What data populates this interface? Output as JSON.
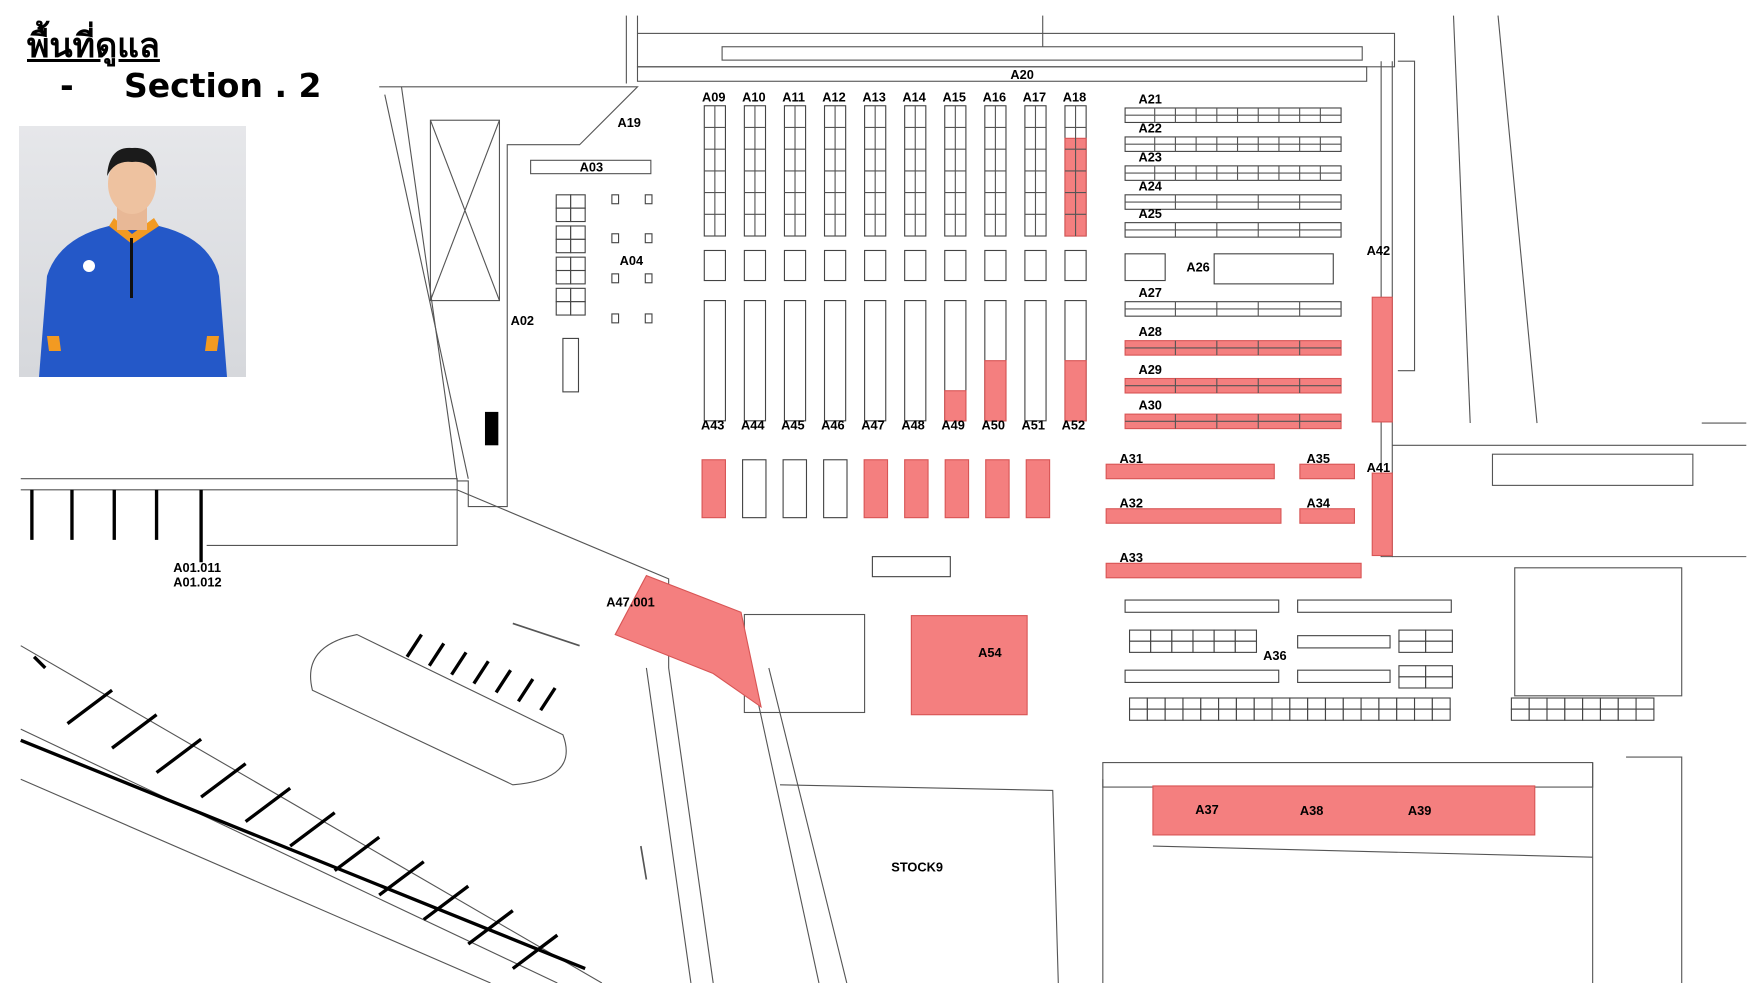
{
  "header": {
    "title": "พื้นที่ดูแล",
    "bullet": "-",
    "section": "Section . 2"
  },
  "colors": {
    "highlight": "#f47f7f",
    "line": "#444444"
  },
  "zones": {
    "A01": "A01.011",
    "A01b": "A01.012",
    "A02": "A02",
    "A03": "A03",
    "A04": "A04",
    "A19": "A19",
    "A20": "A20",
    "A26": "A26",
    "A36": "A36",
    "A41": "A41",
    "A42": "A42",
    "A47_001": "A47.001",
    "A54": "A54",
    "A37": "A37",
    "A38": "A38",
    "A39": "A39",
    "STOCK9": "STOCK9"
  },
  "top_racks": [
    {
      "label": "A09",
      "highlight": 0
    },
    {
      "label": "A10",
      "highlight": 0
    },
    {
      "label": "A11",
      "highlight": 0
    },
    {
      "label": "A12",
      "highlight": 0
    },
    {
      "label": "A13",
      "highlight": 0
    },
    {
      "label": "A14",
      "highlight": 0
    },
    {
      "label": "A15",
      "highlight": 0
    },
    {
      "label": "A16",
      "highlight": 0
    },
    {
      "label": "A17",
      "highlight": 0
    },
    {
      "label": "A18",
      "highlight": 0.75
    }
  ],
  "bottom_racks": [
    {
      "label": "A43",
      "highlight": 0
    },
    {
      "label": "A44",
      "highlight": 0
    },
    {
      "label": "A45",
      "highlight": 0
    },
    {
      "label": "A46",
      "highlight": 0
    },
    {
      "label": "A47",
      "highlight": 0
    },
    {
      "label": "A48",
      "highlight": 0
    },
    {
      "label": "A49",
      "highlight": 0.25
    },
    {
      "label": "A50",
      "highlight": 0.5
    },
    {
      "label": "A51",
      "highlight": 0
    },
    {
      "label": "A52",
      "highlight": 0.5
    }
  ],
  "pallet_boxes_highlighted": [
    true,
    false,
    false,
    false,
    true,
    true,
    true,
    true,
    true
  ],
  "right_rows": [
    {
      "label": "A21",
      "highlight": false
    },
    {
      "label": "A22",
      "highlight": false
    },
    {
      "label": "A23",
      "highlight": false
    },
    {
      "label": "A24",
      "highlight": false
    },
    {
      "label": "A25",
      "highlight": false
    },
    {
      "label": "A27",
      "highlight": false
    },
    {
      "label": "A28",
      "highlight": true
    },
    {
      "label": "A29",
      "highlight": true
    },
    {
      "label": "A30",
      "highlight": true
    }
  ],
  "lower_rows": [
    {
      "label": "A31",
      "highlight": true
    },
    {
      "label": "A35",
      "highlight": true
    },
    {
      "label": "A32",
      "highlight": true
    },
    {
      "label": "A34",
      "highlight": true
    },
    {
      "label": "A33",
      "highlight": true
    }
  ]
}
